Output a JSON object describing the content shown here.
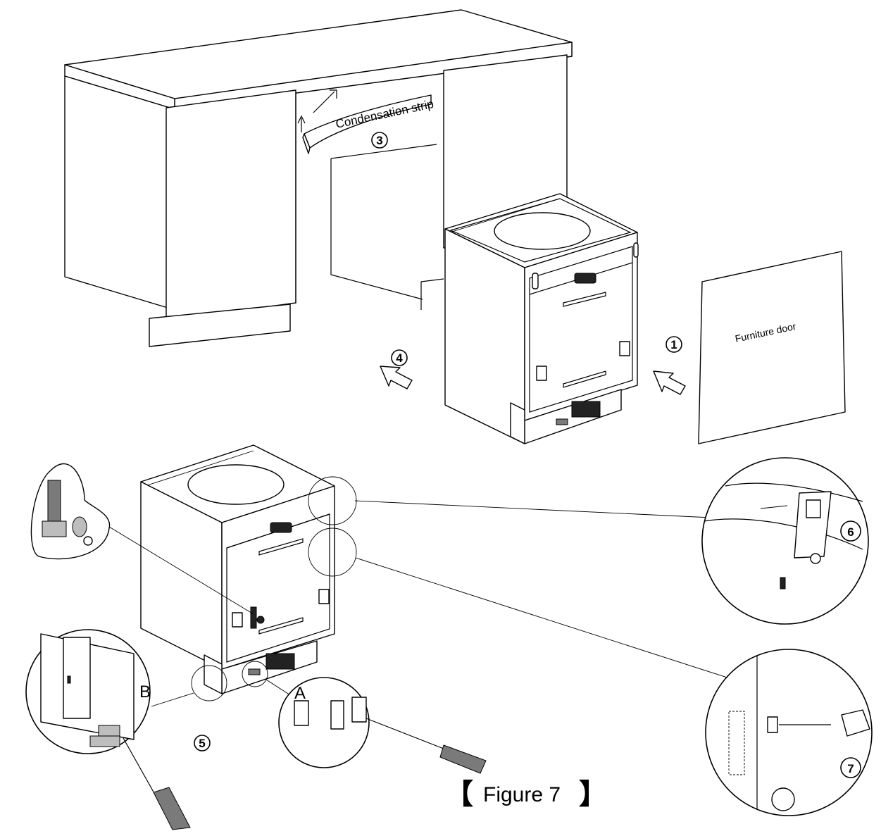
{
  "labels": {
    "condensation_strip": "Condensation strip",
    "furniture_door": "Furniture door",
    "step_1": "1",
    "step_3": "3",
    "step_4": "4",
    "step_5": "5",
    "step_6": "6",
    "step_7": "7",
    "detail_a": "A",
    "detail_b": "B"
  },
  "caption": {
    "open": "【",
    "text": "Figure 7",
    "close": "】"
  }
}
